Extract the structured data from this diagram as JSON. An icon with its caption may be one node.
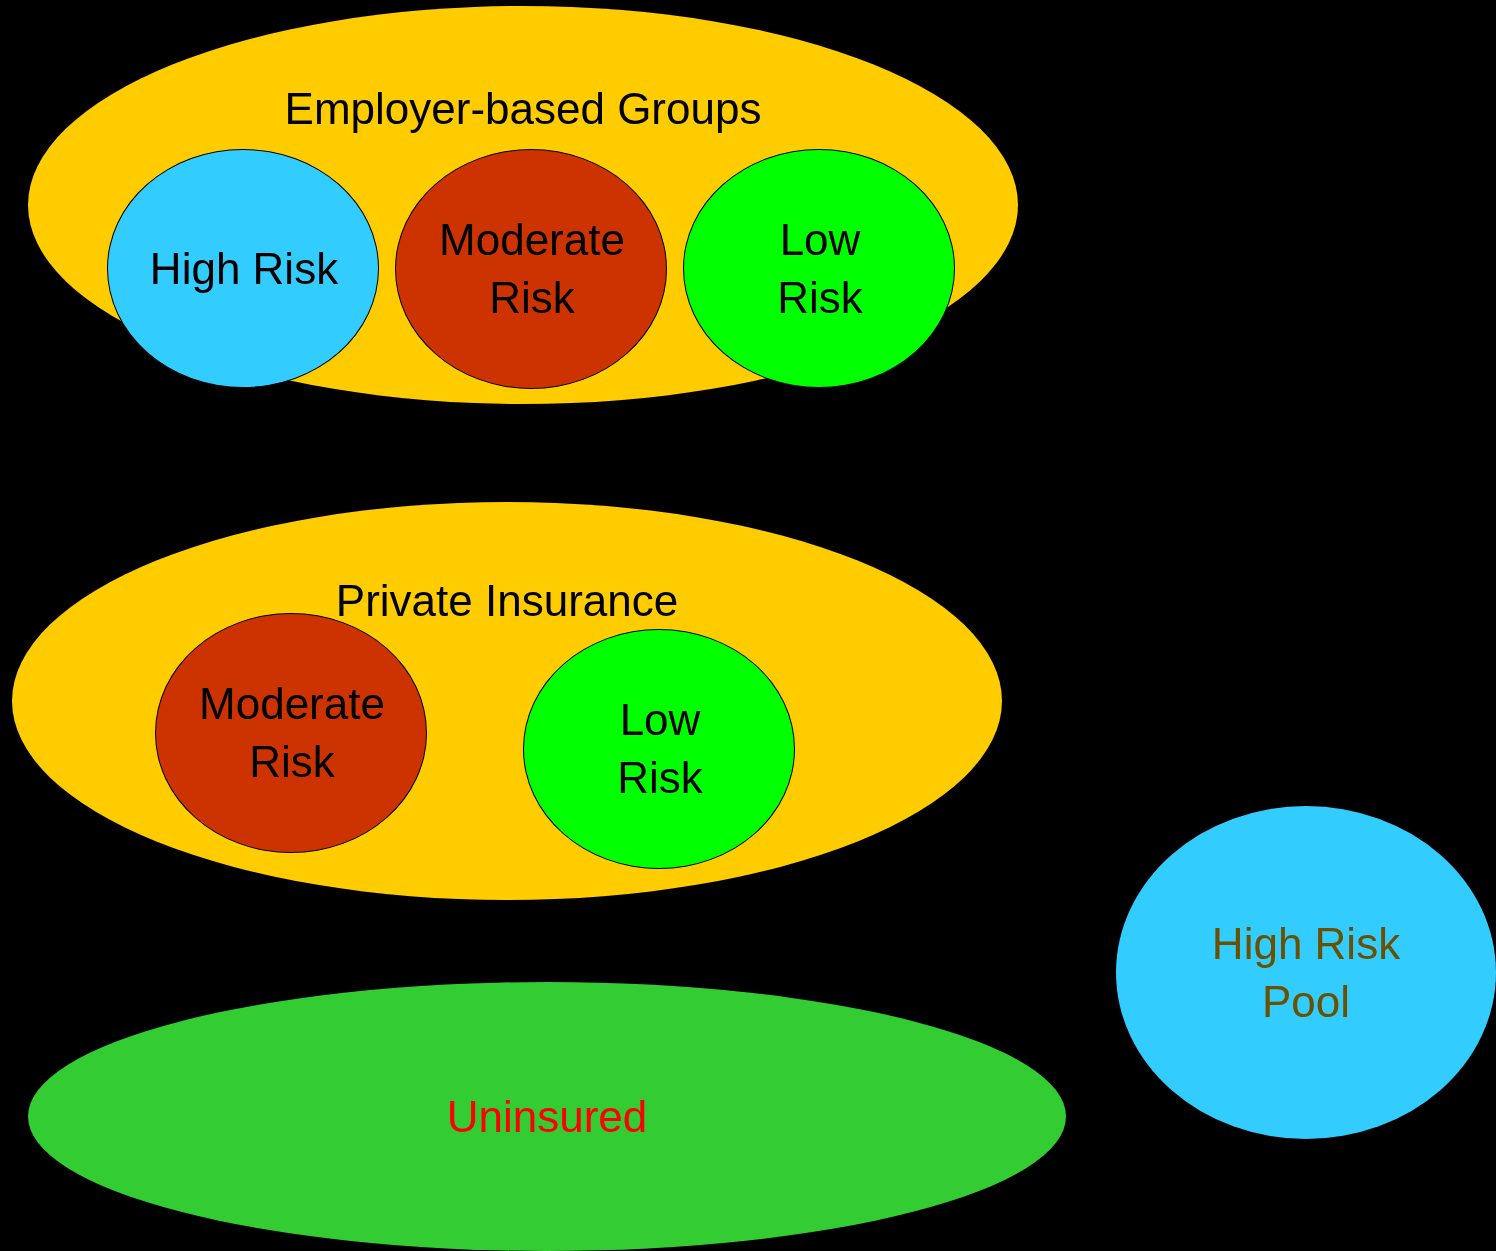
{
  "diagram": {
    "nodes": [
      {
        "text": [
          "Employer-based Groups"
        ]
      },
      {
        "text": [
          "High Risk"
        ],
        "in": 0
      },
      {
        "text": [
          "Moderate Risk"
        ],
        "in": 0
      },
      {
        "text": [
          "Low Risk"
        ],
        "in": 0
      },
      {
        "text": [
          "Private Insurance"
        ]
      },
      {
        "text": [
          "Moderate Risk"
        ],
        "in": 4
      },
      {
        "text": [
          "Low Risk"
        ],
        "in": 4
      },
      {
        "text": [
          "High Risk Pool"
        ]
      },
      {
        "text": [
          "Uninsured"
        ]
      }
    ]
  }
}
